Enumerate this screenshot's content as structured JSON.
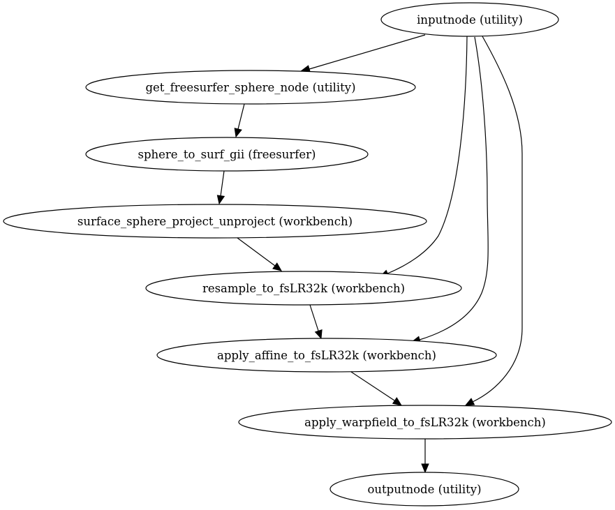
{
  "graph": {
    "nodes": [
      {
        "id": "inputnode",
        "label": "inputnode (utility)"
      },
      {
        "id": "get_freesurfer_sphere_node",
        "label": "get_freesurfer_sphere_node (utility)"
      },
      {
        "id": "sphere_to_surf_gii",
        "label": "sphere_to_surf_gii (freesurfer)"
      },
      {
        "id": "surface_sphere_project_unproject",
        "label": "surface_sphere_project_unproject (workbench)"
      },
      {
        "id": "resample_to_fsLR32k",
        "label": "resample_to_fsLR32k (workbench)"
      },
      {
        "id": "apply_affine_to_fsLR32k",
        "label": "apply_affine_to_fsLR32k (workbench)"
      },
      {
        "id": "apply_warpfield_to_fsLR32k",
        "label": "apply_warpfield_to_fsLR32k (workbench)"
      },
      {
        "id": "outputnode",
        "label": "outputnode (utility)"
      }
    ],
    "edges": [
      {
        "from": "inputnode",
        "to": "get_freesurfer_sphere_node"
      },
      {
        "from": "inputnode",
        "to": "resample_to_fsLR32k"
      },
      {
        "from": "inputnode",
        "to": "apply_affine_to_fsLR32k"
      },
      {
        "from": "inputnode",
        "to": "apply_warpfield_to_fsLR32k"
      },
      {
        "from": "get_freesurfer_sphere_node",
        "to": "sphere_to_surf_gii"
      },
      {
        "from": "sphere_to_surf_gii",
        "to": "surface_sphere_project_unproject"
      },
      {
        "from": "surface_sphere_project_unproject",
        "to": "resample_to_fsLR32k"
      },
      {
        "from": "resample_to_fsLR32k",
        "to": "apply_affine_to_fsLR32k"
      },
      {
        "from": "apply_affine_to_fsLR32k",
        "to": "apply_warpfield_to_fsLR32k"
      },
      {
        "from": "apply_warpfield_to_fsLR32k",
        "to": "outputnode"
      }
    ]
  }
}
